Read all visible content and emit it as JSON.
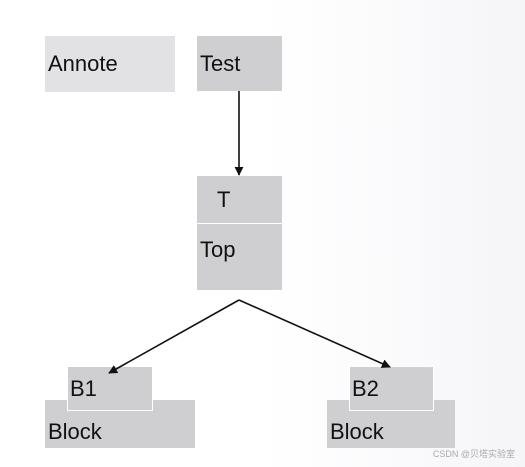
{
  "diagram": {
    "nodes": {
      "annote": "Annote",
      "test": "Test",
      "t": "T",
      "top": "Top",
      "b1": "B1",
      "block_left": "Block",
      "b2": "B2",
      "block_right": "Block"
    },
    "edges": [
      {
        "from": "Test",
        "to": "T"
      },
      {
        "from": "Top",
        "to": "B1"
      },
      {
        "from": "Top",
        "to": "B2"
      }
    ]
  },
  "watermark": "CSDN @贝塔实验室",
  "colors": {
    "box_fill": "#cfcfd2",
    "annote_fill": "#e2e2e4",
    "arrow": "#111111"
  }
}
